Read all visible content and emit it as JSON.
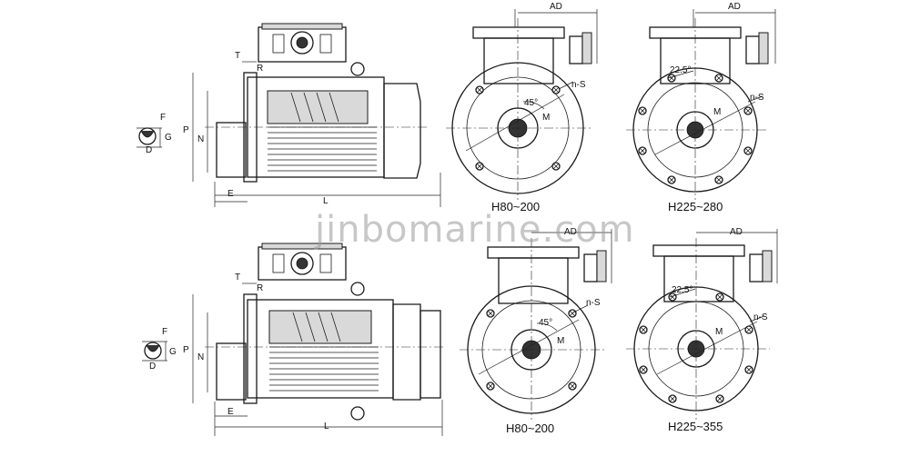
{
  "watermark": "jinbomarine.com",
  "dimension_labels": {
    "F": "F",
    "G": "G",
    "D": "D",
    "P": "P",
    "N": "N",
    "T": "T",
    "R": "R",
    "E": "E",
    "L": "L",
    "AD": "AD",
    "nS": "n-S",
    "M": "M",
    "angle45": "45°",
    "angle225": "22.5°"
  },
  "captions": {
    "top_mid": "H80~200",
    "top_right": "H225~280",
    "bottom_mid": "H80~200",
    "bottom_right": "H225~355"
  },
  "colors": {
    "line": "#1a1a1a",
    "fill": "#d9d9d9",
    "watermark": "#9a9a9a"
  }
}
